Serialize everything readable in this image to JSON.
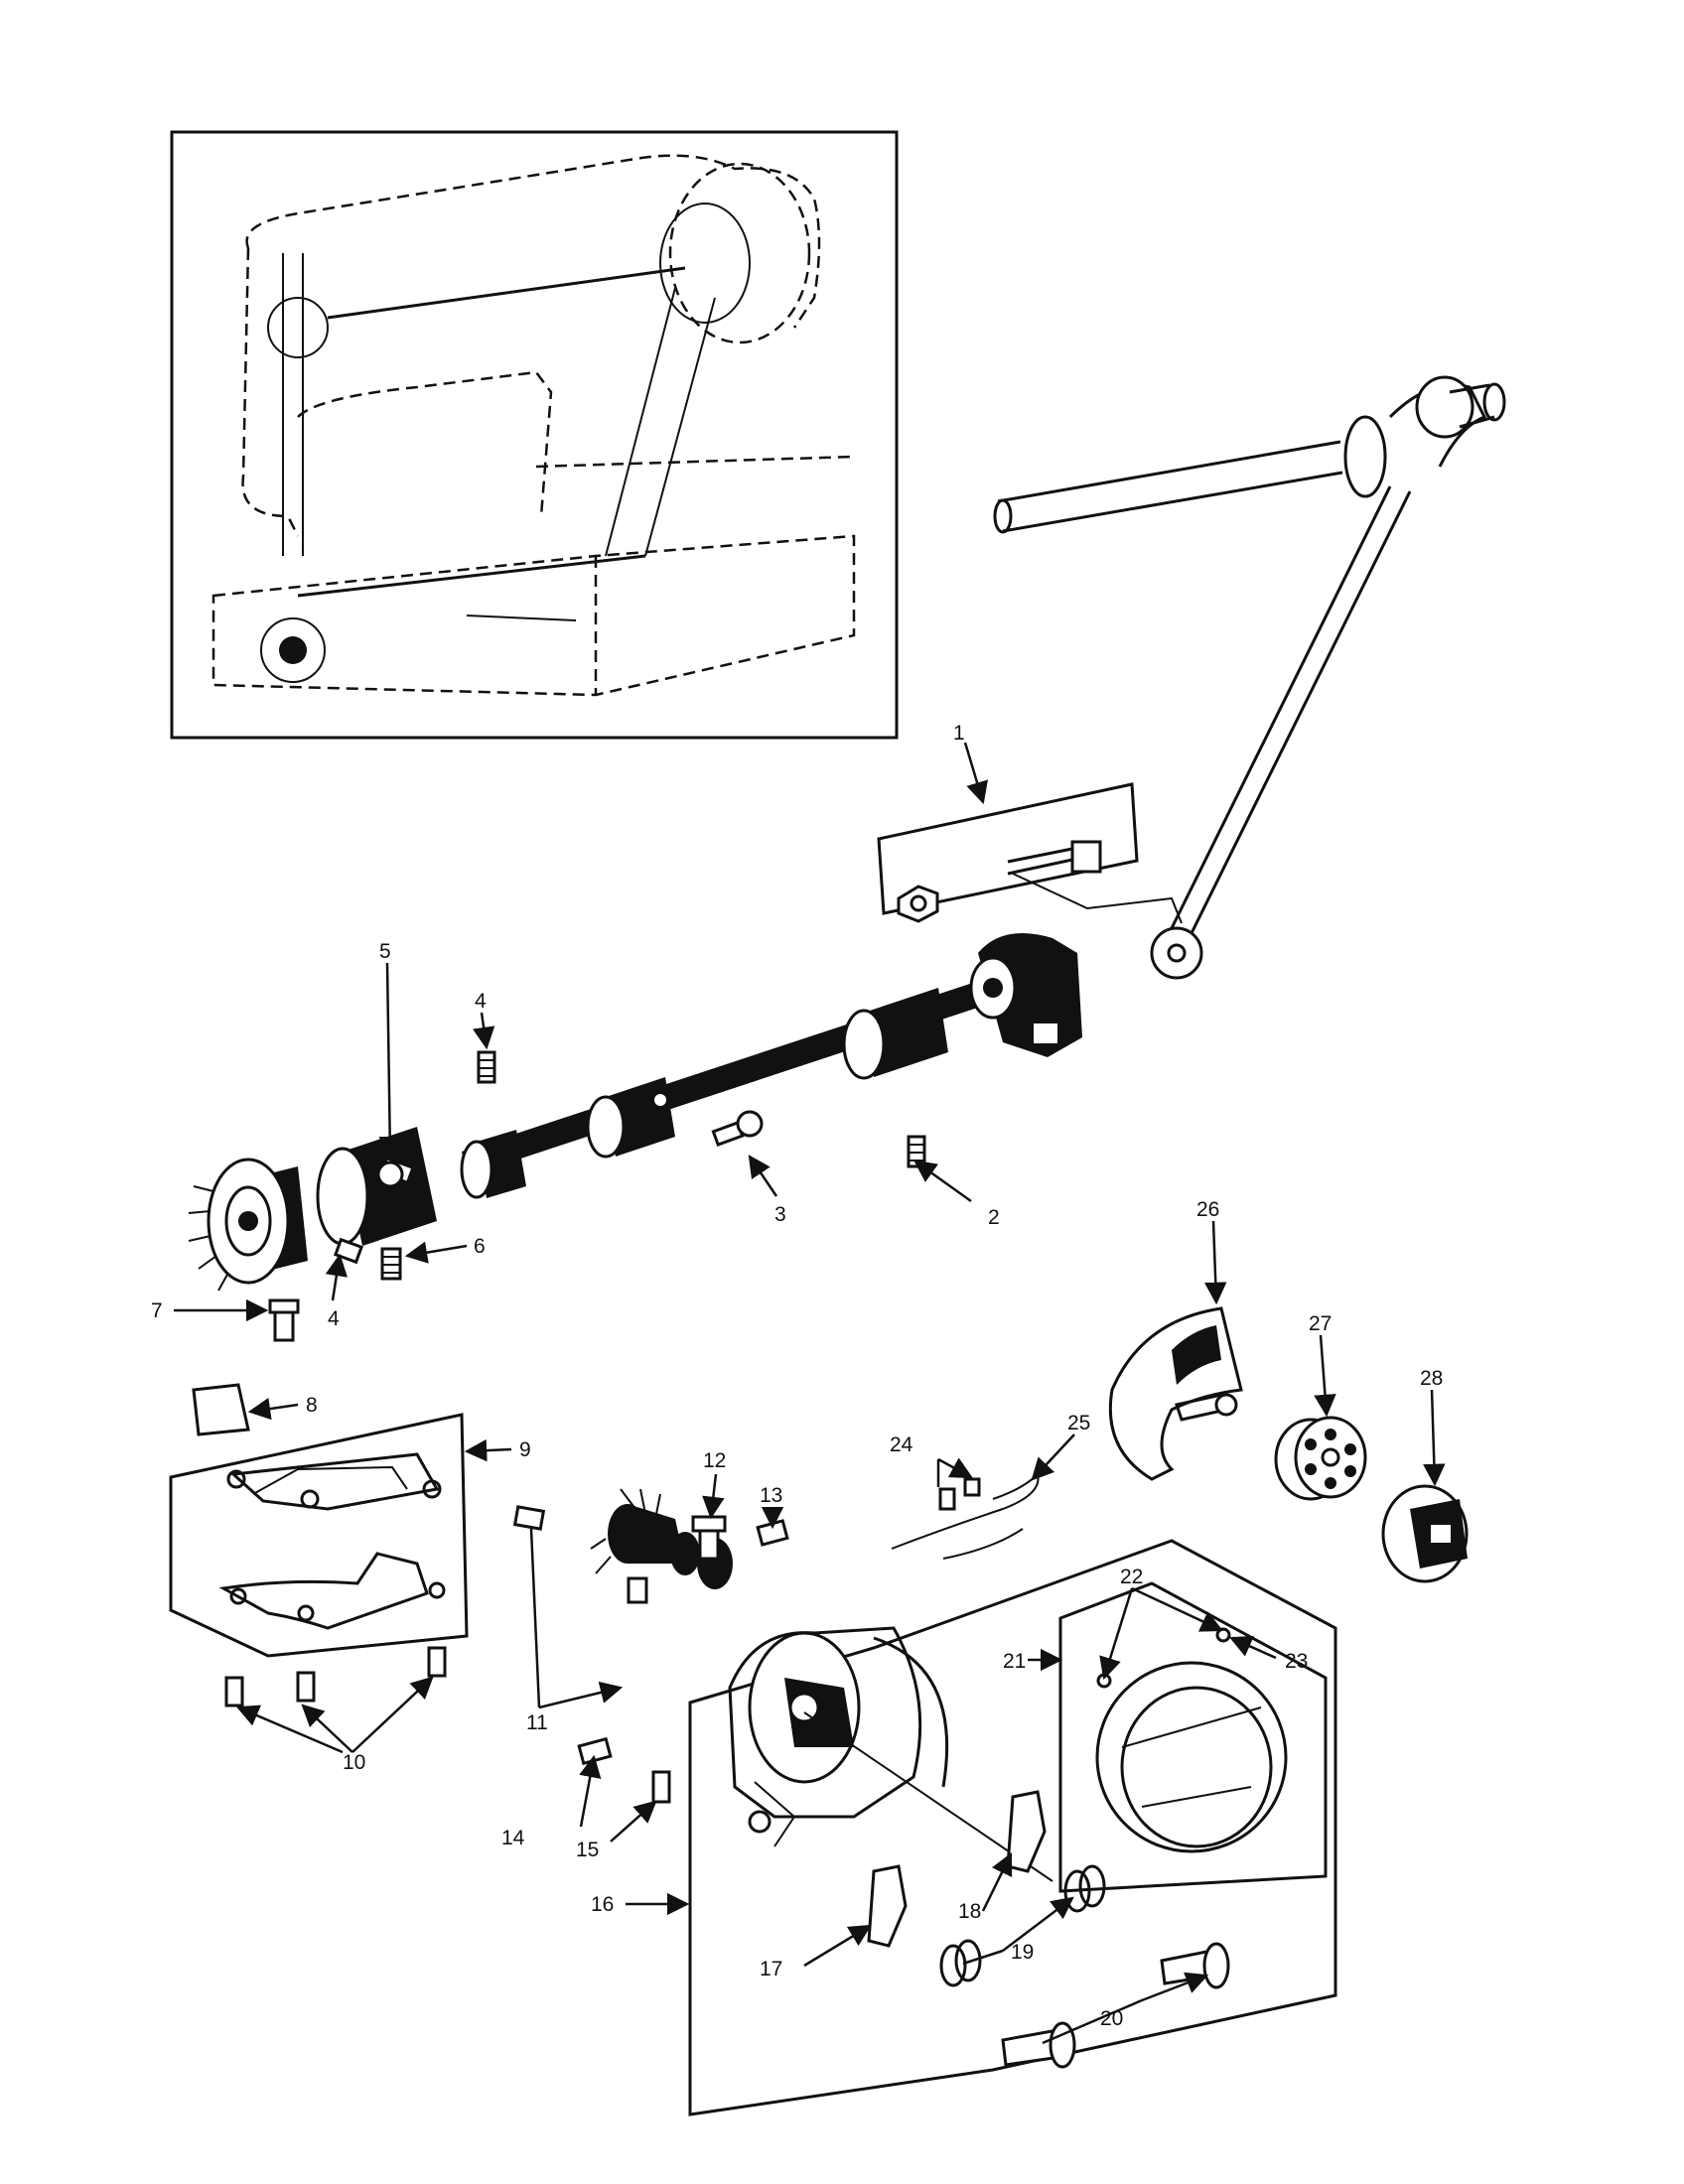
{
  "diagram": {
    "ink_color": "#111111",
    "paper_color": "#ffffff",
    "callouts": [
      {
        "id": "c1",
        "text": "1"
      },
      {
        "id": "c2",
        "text": "2"
      },
      {
        "id": "c3",
        "text": "3"
      },
      {
        "id": "c4a",
        "text": "4"
      },
      {
        "id": "c4b",
        "text": "4"
      },
      {
        "id": "c5",
        "text": "5"
      },
      {
        "id": "c6",
        "text": "6"
      },
      {
        "id": "c7",
        "text": "7"
      },
      {
        "id": "c8",
        "text": "8"
      },
      {
        "id": "c9",
        "text": "9"
      },
      {
        "id": "c10",
        "text": "10"
      },
      {
        "id": "c11",
        "text": "11"
      },
      {
        "id": "c12",
        "text": "12"
      },
      {
        "id": "c13",
        "text": "13"
      },
      {
        "id": "c14",
        "text": "14"
      },
      {
        "id": "c15",
        "text": "15"
      },
      {
        "id": "c16",
        "text": "16"
      },
      {
        "id": "c17",
        "text": "17"
      },
      {
        "id": "c18",
        "text": "18"
      },
      {
        "id": "c19",
        "text": "19"
      },
      {
        "id": "c20",
        "text": "20"
      },
      {
        "id": "c21",
        "text": "21"
      },
      {
        "id": "c22",
        "text": "22"
      },
      {
        "id": "c23",
        "text": "23"
      },
      {
        "id": "c24",
        "text": "24"
      },
      {
        "id": "c25",
        "text": "25"
      },
      {
        "id": "c26",
        "text": "26"
      },
      {
        "id": "c27",
        "text": "27"
      },
      {
        "id": "c28",
        "text": "28"
      }
    ]
  }
}
